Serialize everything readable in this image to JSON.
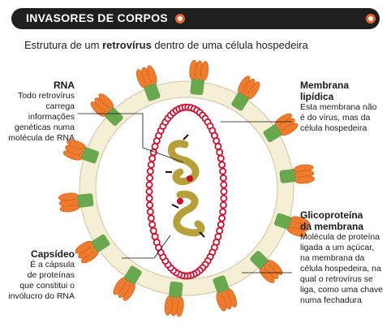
{
  "header": {
    "title": "INVASORES DE CORPOS",
    "subtitle_pre": "Estrutura de um ",
    "subtitle_bold": "retrovírus",
    "subtitle_post": " dentro de uma célula hospedeira"
  },
  "labels": {
    "rna": {
      "title": "RNA",
      "lines": [
        "Todo retrovírus",
        "carrega",
        "informações",
        "genéticas numa",
        "molécula de RNA"
      ]
    },
    "membrana": {
      "title_lines": [
        "Membrana",
        "lipídica"
      ],
      "lines": [
        "Esta membrana não",
        "é do vírus, mas da",
        "célula hospedeira"
      ]
    },
    "glico": {
      "title_lines": [
        "Glicoproteína",
        "da membrana"
      ],
      "lines": [
        "Molécula de proteína",
        "ligada a um açúcar,",
        "na membrana da",
        "célula hospedeira, na",
        "qual o retrovírus se",
        "liga, como uma chave",
        "numa fechadura"
      ]
    },
    "capsideo": {
      "title": "Capsídeo",
      "lines": [
        "É a cápsula",
        "de proteínas",
        "que constitui o",
        "invólucro do RNA"
      ]
    }
  },
  "colors": {
    "accent": "#e9632b",
    "membrane": "#f5efd5",
    "protein_orange": "#ef7b2e",
    "protein_green": "#6aa84f",
    "capsid": "#c8102e",
    "rna": "#b5a03a"
  }
}
